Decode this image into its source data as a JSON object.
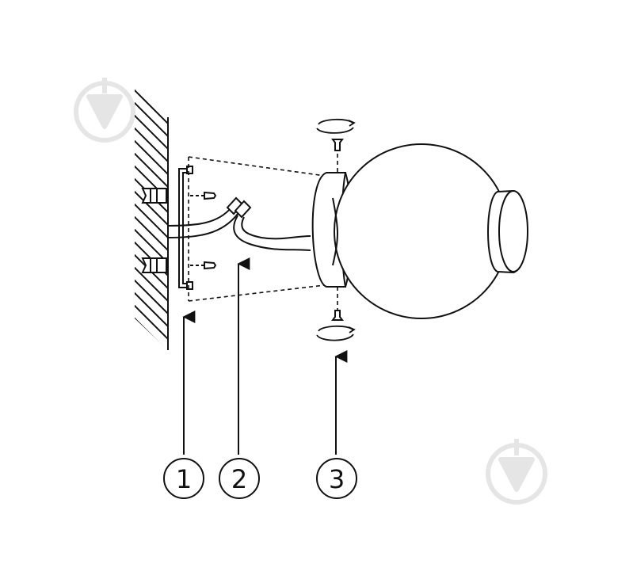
{
  "diagram": {
    "callouts": [
      {
        "label": "1",
        "part": "mounting-bracket"
      },
      {
        "label": "2",
        "part": "wire-connectors"
      },
      {
        "label": "3",
        "part": "fixing-ring-screws"
      }
    ]
  },
  "watermark": {
    "icon": "drop-pin-icon",
    "color": "#e6e6e6"
  },
  "colors": {
    "line": "#111111",
    "background": "#ffffff"
  }
}
